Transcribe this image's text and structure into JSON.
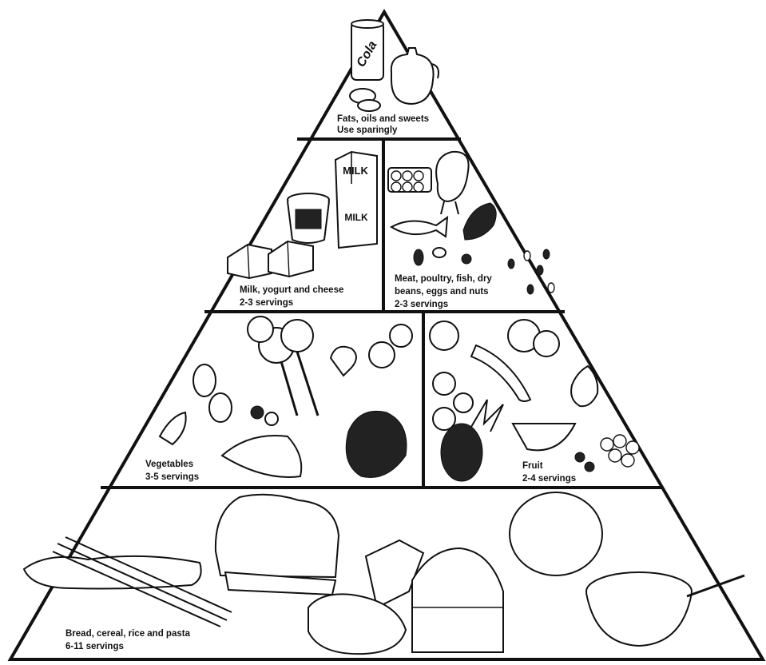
{
  "tiers": {
    "top": {
      "line1": "Fats, oils and sweets",
      "line2": "Use sparingly"
    },
    "milk": {
      "line1": "Milk, yogurt and cheese",
      "line2": "2-3 servings"
    },
    "meat": {
      "line1": "Meat, poultry, fish, dry",
      "line2": "beans, eggs and nuts",
      "line3": "2-3 servings"
    },
    "vegetables": {
      "line1": "Vegetables",
      "line2": "3-5 servings"
    },
    "fruit": {
      "line1": "Fruit",
      "line2": "2-4 servings"
    },
    "bread": {
      "line1": "Bread, cereal, rice and pasta",
      "line2": "6-11 servings"
    }
  },
  "package_labels": {
    "cola": "Cola",
    "milk_carton_top": "MILK",
    "milk_carton_bottom": "MILK"
  },
  "colors": {
    "ink": "#111111",
    "background": "#ffffff"
  }
}
